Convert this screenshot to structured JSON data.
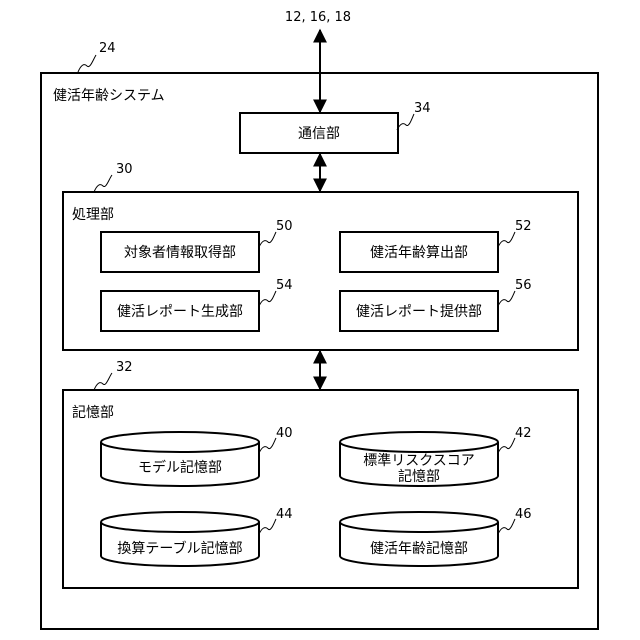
{
  "external_ref": "12, 16, 18",
  "system": {
    "ref": "24",
    "title": "健活年齢システム"
  },
  "comm": {
    "ref": "34",
    "label": "通信部"
  },
  "processing": {
    "ref": "30",
    "title": "処理部",
    "units": [
      {
        "ref": "50",
        "label": "対象者情報取得部"
      },
      {
        "ref": "52",
        "label": "健活年齢算出部"
      },
      {
        "ref": "54",
        "label": "健活レポート生成部"
      },
      {
        "ref": "56",
        "label": "健活レポート提供部"
      }
    ]
  },
  "storage": {
    "ref": "32",
    "title": "記憶部",
    "units": [
      {
        "ref": "40",
        "line1": "モデル記憶部",
        "line2": ""
      },
      {
        "ref": "42",
        "line1": "標準リスクスコア",
        "line2": "記憶部"
      },
      {
        "ref": "44",
        "line1": "換算テーブル記憶部",
        "line2": ""
      },
      {
        "ref": "46",
        "line1": "健活年齢記憶部",
        "line2": ""
      }
    ]
  }
}
